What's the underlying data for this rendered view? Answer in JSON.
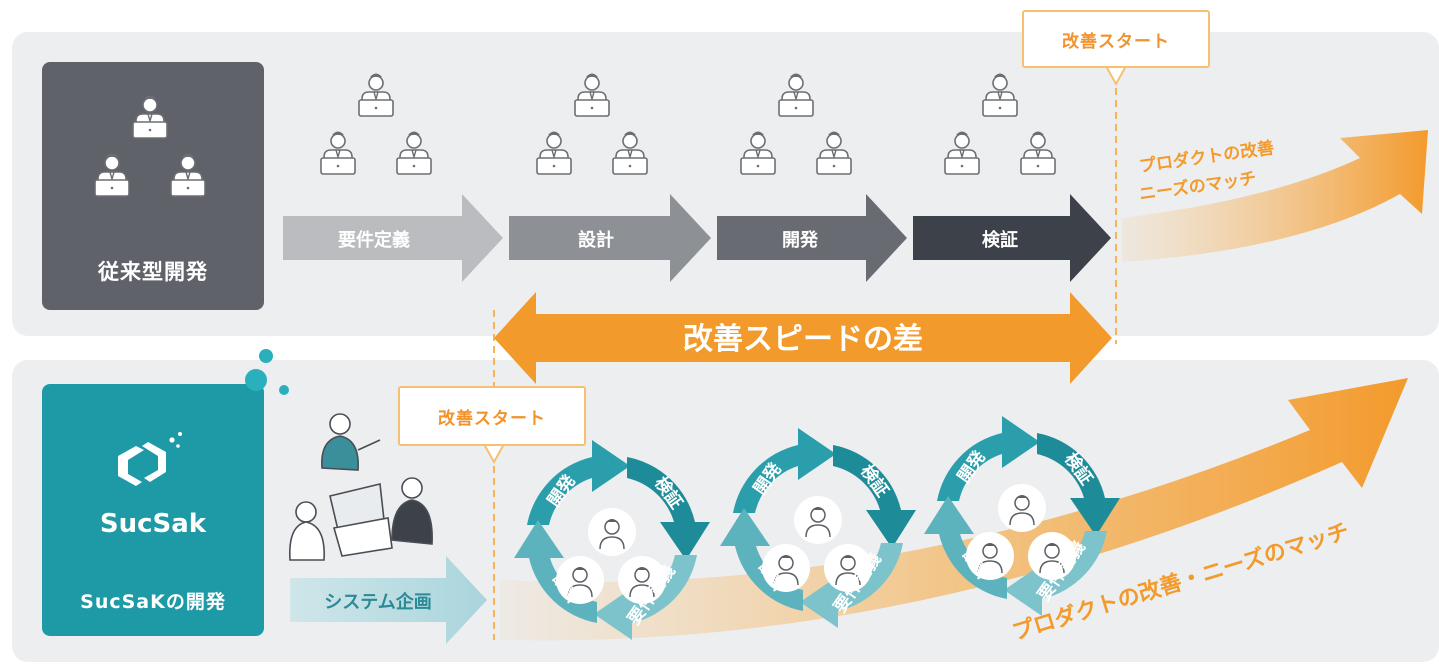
{
  "traditional": {
    "label": "従来型開発",
    "steps": [
      "要件定義",
      "設計",
      "開発",
      "検証"
    ],
    "start_label": "改善スタート",
    "outcome": [
      "プロダクトの改善",
      "ニーズのマッチ"
    ]
  },
  "speed_gap_label": "改善スピードの差",
  "sucsak": {
    "logo_text": "SucSak",
    "label": "SucSaKの開発",
    "planning_label": "システム企画",
    "start_label": "改善スタート",
    "cycle_labels": [
      "開発",
      "検証",
      "要件定義",
      "設計"
    ],
    "outcome": "プロダクトの改善・ニーズのマッチ"
  },
  "colors": {
    "panel_bg": "#eceef0",
    "traditional_box": "#5f6369",
    "sucsak_box": "#1e9aa6",
    "orange": "#f39a2c",
    "teal_arrow": "#2a9fab"
  }
}
